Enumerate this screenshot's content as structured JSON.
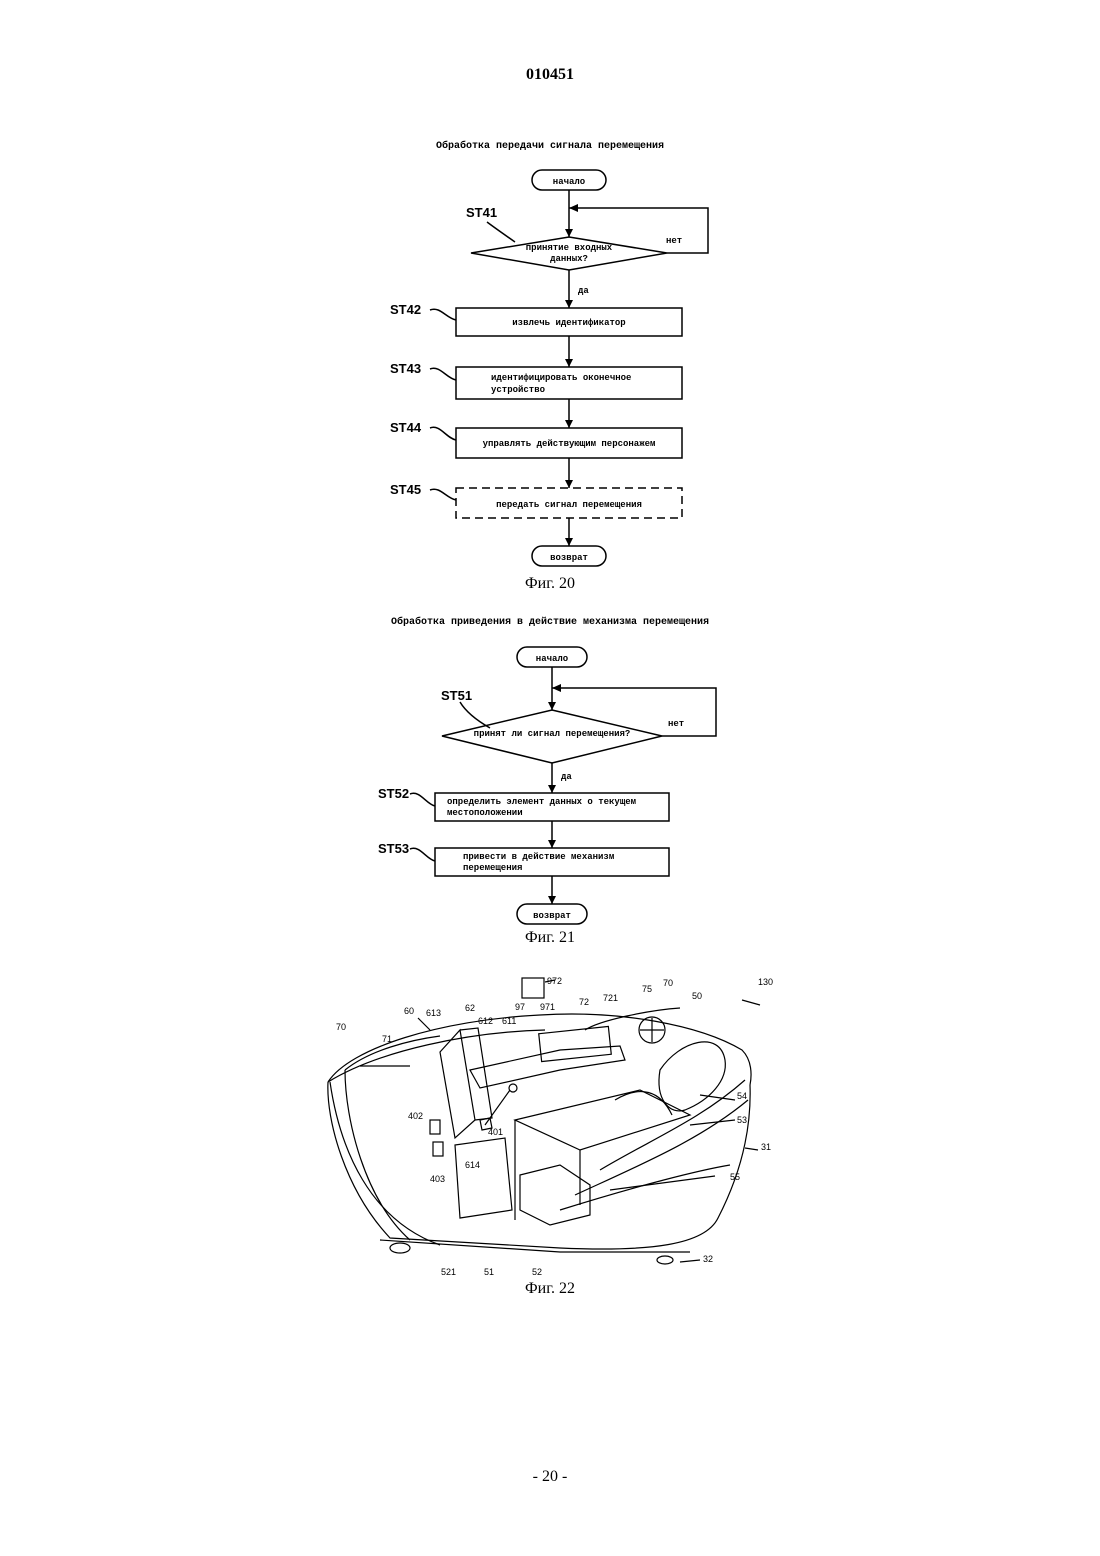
{
  "header": {
    "doc_number": "010451"
  },
  "fig20": {
    "title": "Обработка передачи сигнала перемещения",
    "start": "начало",
    "decision_line1": "принятие входных",
    "decision_line2": "данных?",
    "no": "нет",
    "yes": "да",
    "steps": [
      {
        "id": "ST41"
      },
      {
        "id": "ST42",
        "line1": "извлечь идентификатор",
        "line2": ""
      },
      {
        "id": "ST43",
        "line1": "идентифицировать оконечное",
        "line2": "устройство"
      },
      {
        "id": "ST44",
        "line1": "управлять действующим персонажем",
        "line2": ""
      },
      {
        "id": "ST45",
        "line1": "передать сигнал перемещения",
        "line2": ""
      }
    ],
    "end": "возврат",
    "caption": "Фиг. 20"
  },
  "fig21": {
    "title": "Обработка приведения в действие механизма перемещения",
    "start": "начало",
    "decision": "принят ли сигнал перемещения?",
    "no": "нет",
    "yes": "да",
    "steps": [
      {
        "id": "ST51"
      },
      {
        "id": "ST52",
        "line1": "определить элемент данных о текущем",
        "line2": "местоположении"
      },
      {
        "id": "ST53",
        "line1": "привести в действие механизм",
        "line2": "перемещения"
      }
    ],
    "end": "возврат",
    "caption": "Фиг. 21"
  },
  "fig22": {
    "labels": [
      "972",
      "97",
      "971",
      "72",
      "721",
      "75",
      "70",
      "50",
      "130",
      "60",
      "613",
      "62",
      "612",
      "611",
      "70",
      "71",
      "54",
      "53",
      "31",
      "402",
      "401",
      "614",
      "403",
      "55",
      "521",
      "51",
      "52",
      "32"
    ],
    "caption": "Фиг. 22"
  },
  "footer": {
    "page_number": "- 20 -"
  }
}
